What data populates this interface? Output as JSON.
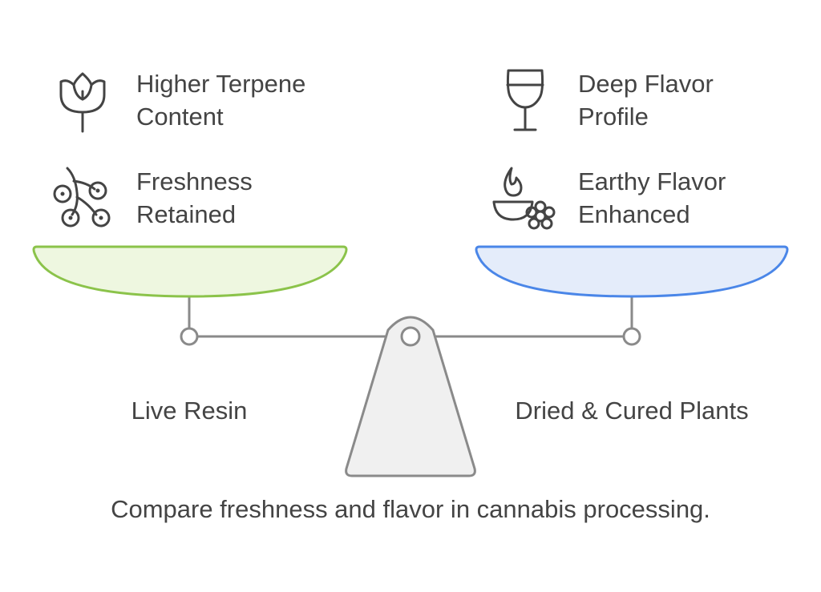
{
  "left": {
    "name": "Live Resin",
    "color": "#8BC34A",
    "features": [
      {
        "icon": "rose-icon",
        "label": "Higher Terpene\nContent"
      },
      {
        "icon": "berries-icon",
        "label": "Freshness\nRetained"
      }
    ]
  },
  "right": {
    "name": "Dried & Cured Plants",
    "color": "#4A86E8",
    "features": [
      {
        "icon": "wine-glass-icon",
        "label": "Deep Flavor\nProfile"
      },
      {
        "icon": "flame-bowl-flower-icon",
        "label": "Earthy Flavor\nEnhanced"
      }
    ]
  },
  "caption": "Compare freshness and flavor in cannabis processing."
}
